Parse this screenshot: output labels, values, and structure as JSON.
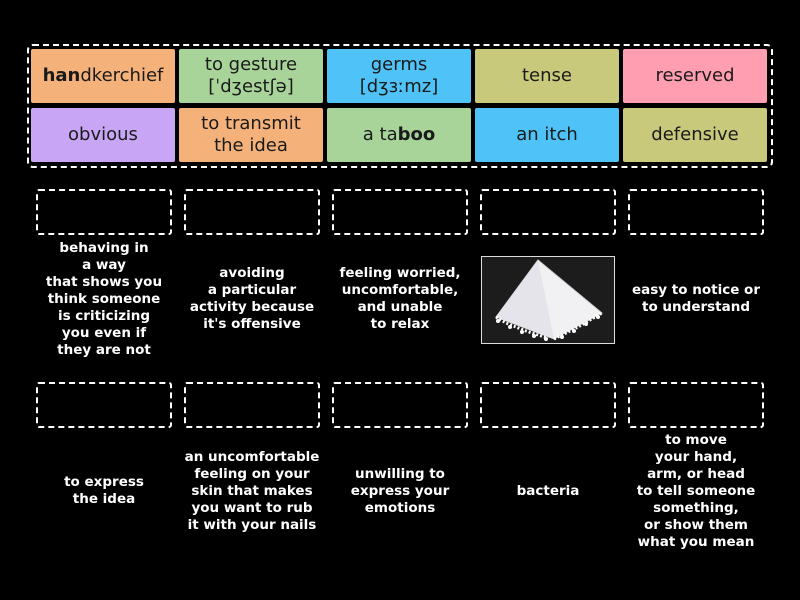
{
  "tiles": [
    {
      "pre": "",
      "bold": "han",
      "post": "dkerchief",
      "color": "#f4b27a"
    },
    {
      "pre": "to gesture\n[ˈdʒestʃə]",
      "bold": "",
      "post": "",
      "color": "#a8d49a"
    },
    {
      "pre": "germs\n[dʒɜːmz]",
      "bold": "",
      "post": "",
      "color": "#4fc3f7"
    },
    {
      "pre": "tense",
      "bold": "",
      "post": "",
      "color": "#c8c97a"
    },
    {
      "pre": "reserved",
      "bold": "",
      "post": "",
      "color": "#ff9eb0"
    },
    {
      "pre": "obvious",
      "bold": "",
      "post": "",
      "color": "#c9a6f5"
    },
    {
      "pre": "to transmit\nthe idea",
      "bold": "",
      "post": "",
      "color": "#f4b27a"
    },
    {
      "pre": "a ta",
      "bold": "boo",
      "post": "",
      "color": "#a8d49a"
    },
    {
      "pre": "an itch",
      "bold": "",
      "post": "",
      "color": "#4fc3f7"
    },
    {
      "pre": "defensive",
      "bold": "",
      "post": "",
      "color": "#c8c97a"
    }
  ],
  "definitions": [
    "behaving in\na way\nthat shows you\nthink someone\nis criticizing\nyou even if\nthey are not",
    "avoiding\na particular\nactivity because\nit's offensive",
    "feeling worried,\nuncomfortable,\nand unable\nto relax",
    "",
    "easy to notice or\nto understand",
    "to express\nthe idea",
    "an uncomfortable\nfeeling on your\nskin that makes\nyou want to rub\nit with your nails",
    "unwilling to\nexpress your\nemotions",
    "bacteria",
    "to move\nyour hand,\narm, or head\nto tell someone\nsomething,\nor show them\nwhat you mean"
  ]
}
